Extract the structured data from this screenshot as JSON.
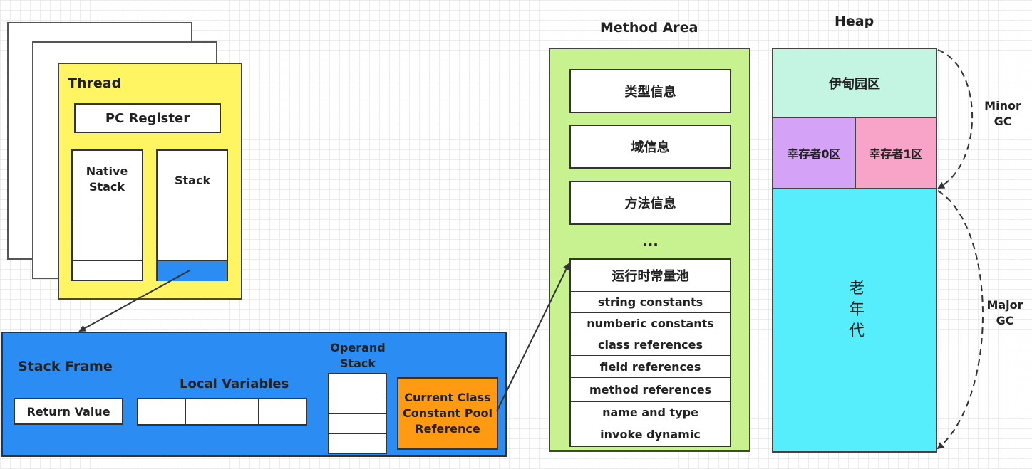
{
  "thread": {
    "title": "Thread",
    "pc_register": "PC Register",
    "native_stack": "Native Stack",
    "stack": "Stack"
  },
  "stack_frame": {
    "title": "Stack Frame",
    "return_value": "Return Value",
    "local_variables": "Local Variables",
    "operand_stack": "Operand Stack",
    "cp_reference": "Current Class Constant Pool Reference"
  },
  "method_area": {
    "title": "Method Area",
    "type_info": "类型信息",
    "field_info": "域信息",
    "method_info": "方法信息",
    "ellipsis": "...",
    "runtime_pool": "运行时常量池",
    "pool_items": [
      "string constants",
      "numberic constants",
      "class references",
      "field references",
      "method references",
      "name and type",
      "invoke dynamic"
    ]
  },
  "heap": {
    "title": "Heap",
    "eden": "伊甸园区",
    "survivor0": "幸存者0区",
    "survivor1": "幸存者1区",
    "old_gen": "老年代",
    "minor_gc": "Minor GC",
    "major_gc": "Major GC"
  },
  "colors": {
    "thread_bg": "#fff563",
    "stack_frame_bg": "#2b8cf3",
    "cp_ref_bg": "#ff9a12",
    "method_area_bg": "#c7f28f",
    "eden_bg": "#c4f4e2",
    "survivor0_bg": "#d4a3f7",
    "survivor1_bg": "#f8a4c8",
    "old_gen_bg": "#56eefc"
  }
}
